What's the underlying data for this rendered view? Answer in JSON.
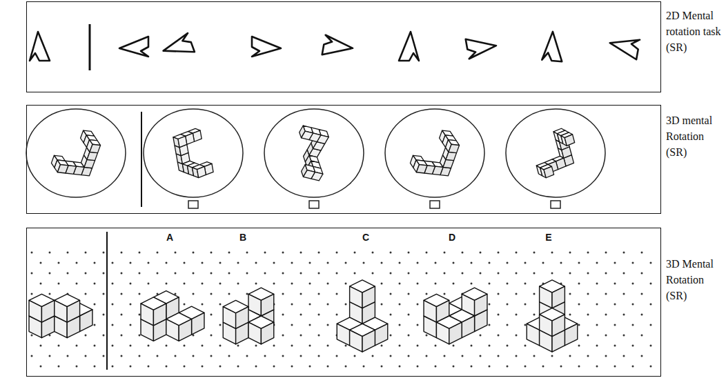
{
  "diagram": {
    "nodes": [
      {
        "text": [
          "2D Mental rotation task (SR)"
        ]
      },
      {
        "text": [
          "3D mental Rotation (SR)"
        ]
      },
      {
        "text": [
          "3D Mental Rotation (SR)"
        ]
      }
    ],
    "labels": [
      "A",
      "B",
      "C",
      "D",
      "E"
    ]
  }
}
